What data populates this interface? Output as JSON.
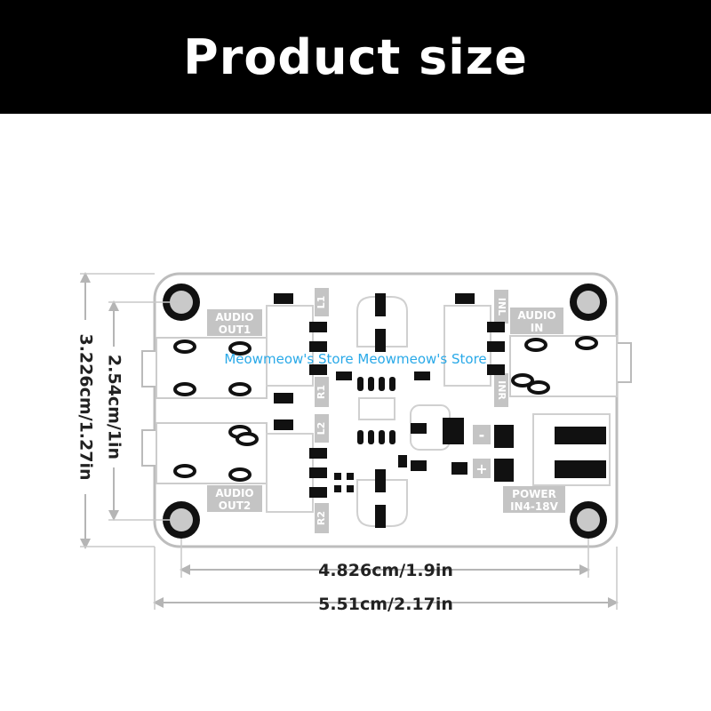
{
  "title": "Product size",
  "watermark": "Meowmeow's Store Meowmeow's Store",
  "dimensions": {
    "inner_height": "2.54cm/1in",
    "outer_height": "3.226cm/1.27in",
    "inner_width": "4.826cm/1.9in",
    "outer_width": "5.51cm/2.17in"
  },
  "silkscreen": {
    "audio_out1": [
      "AUDIO",
      "OUT1"
    ],
    "audio_out2": [
      "AUDIO",
      "OUT2"
    ],
    "audio_in": [
      "AUDIO",
      "IN"
    ],
    "power": [
      "POWER",
      "IN4-18V"
    ],
    "l1": "L1",
    "l2": "L2",
    "r1": "R1",
    "r2": "R2",
    "inl": "INL",
    "inr": "INR",
    "minus": "-",
    "plus": "+"
  },
  "colors": {
    "banner": "#000000",
    "watermark": "#29a9e8",
    "dimension_line": "#b5b5b5"
  }
}
